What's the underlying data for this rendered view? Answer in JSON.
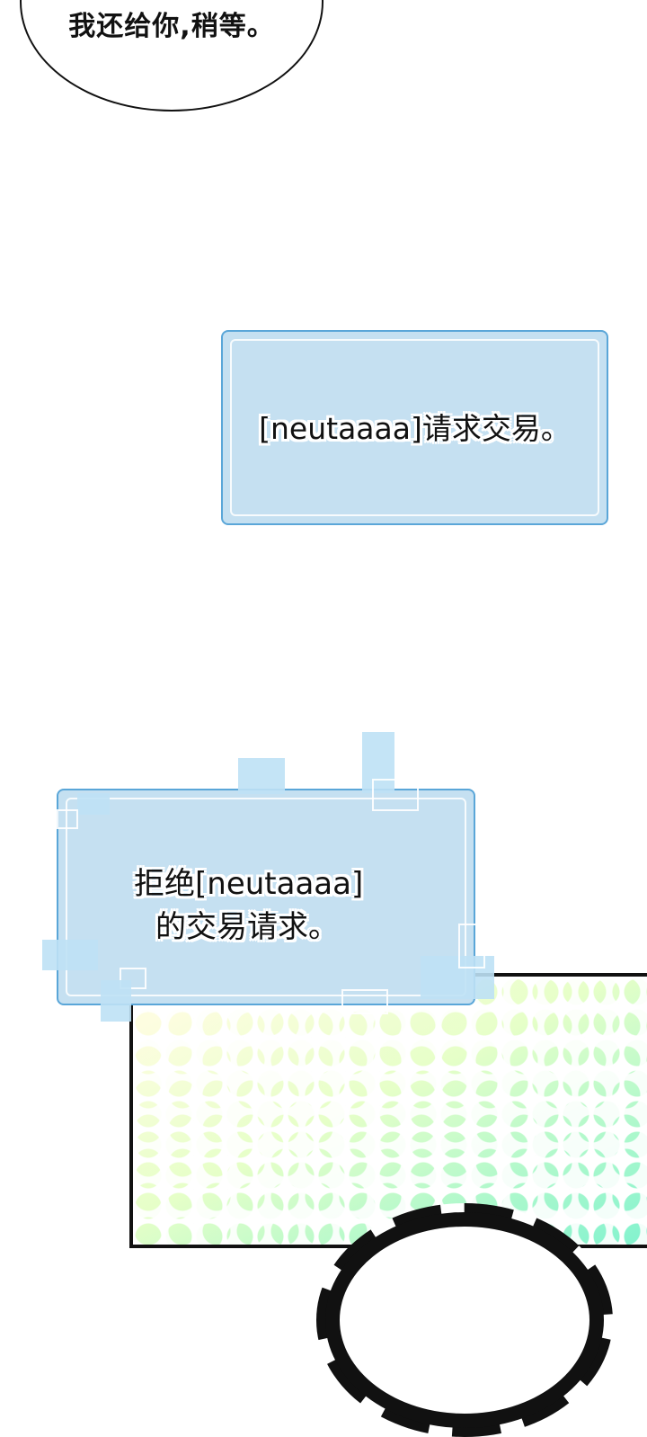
{
  "speech_bubble": {
    "text": "我还给你,稍等。"
  },
  "system_message_1": {
    "text": "[neutaaaa]请求交易。"
  },
  "system_message_2": {
    "line1": "拒绝[neutaaaa]",
    "line2": "的交易请求。"
  },
  "colors": {
    "system_box_fill": "#c5e0f1",
    "system_box_border": "#5aa6d8",
    "halftone_top": "#7ef2cf",
    "halftone_bottom": "#fdfde0",
    "ink": "#111111"
  }
}
